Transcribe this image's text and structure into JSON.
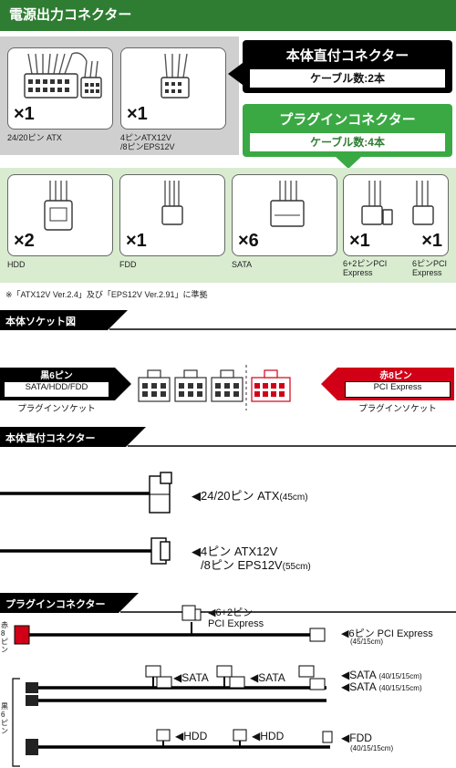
{
  "header": {
    "title": "電源出力コネクター"
  },
  "direct_panel": {
    "cards": [
      {
        "qty": "×1",
        "caption": "24/20ピン ATX"
      },
      {
        "qty": "×1",
        "caption_line1": "4ピンATX12V",
        "caption_line2": "/8ピンEPS12V"
      }
    ],
    "callout_title": "本体直付コネクター",
    "callout_sub": "ケーブル数:2本"
  },
  "plugin_panel": {
    "callout_title": "プラグインコネクター",
    "callout_sub": "ケーブル数:4本",
    "cards": [
      {
        "qty": "×2",
        "caption": "HDD"
      },
      {
        "qty": "×1",
        "caption": "FDD"
      },
      {
        "qty": "×6",
        "caption": "SATA"
      },
      {
        "qty_a": "×1",
        "qty_b": "×1",
        "caption_a1": "6+2ピンPCI",
        "caption_a2": "Express",
        "caption_b1": "6ピンPCI",
        "caption_b2": "Express"
      }
    ]
  },
  "note": "※「ATX12V Ver.2.4」及び「EPS12V Ver.2.91」に準拠",
  "socket": {
    "title": "本体ソケット図",
    "black_title": "黒6ピン",
    "black_line1": "SATA/HDD/FDD",
    "black_line2": "プラグインソケット",
    "red_title": "赤8ピン",
    "red_line1": "PCI Express",
    "red_line2": "プラグインソケット"
  },
  "direct": {
    "title": "本体直付コネクター",
    "atx_label": "24/20ピン ATX",
    "atx_len": "(45cm)",
    "eps_label1": "4ピン ATX12V",
    "eps_label2": "/8ピン EPS12V",
    "eps_len": "(55cm)"
  },
  "plugin": {
    "title": "プラグインコネクター",
    "red8_side": "赤8ピン",
    "black6_side": "黒6ピン",
    "pci62_l1": "6+2ピン",
    "pci62_l2": "PCI Express",
    "pci6_label": "6ピン PCI Express",
    "pci6_len": "(45/15cm)",
    "sata_a": "SATA",
    "sata_b": "SATA",
    "sata_r1": "SATA",
    "sata_r1_len": "(40/15/15cm)",
    "sata_r2": "SATA",
    "sata_r2_len": "(40/15/15cm)",
    "hdd_a": "HDD",
    "hdd_b": "HDD",
    "fdd_label": "FDD",
    "fdd_len": "(40/15/15cm)"
  },
  "colors": {
    "green": "#2e7d32",
    "green_light": "#d9ecd0",
    "red": "#d10016",
    "black": "#000000",
    "gray": "#cfcfcf"
  }
}
